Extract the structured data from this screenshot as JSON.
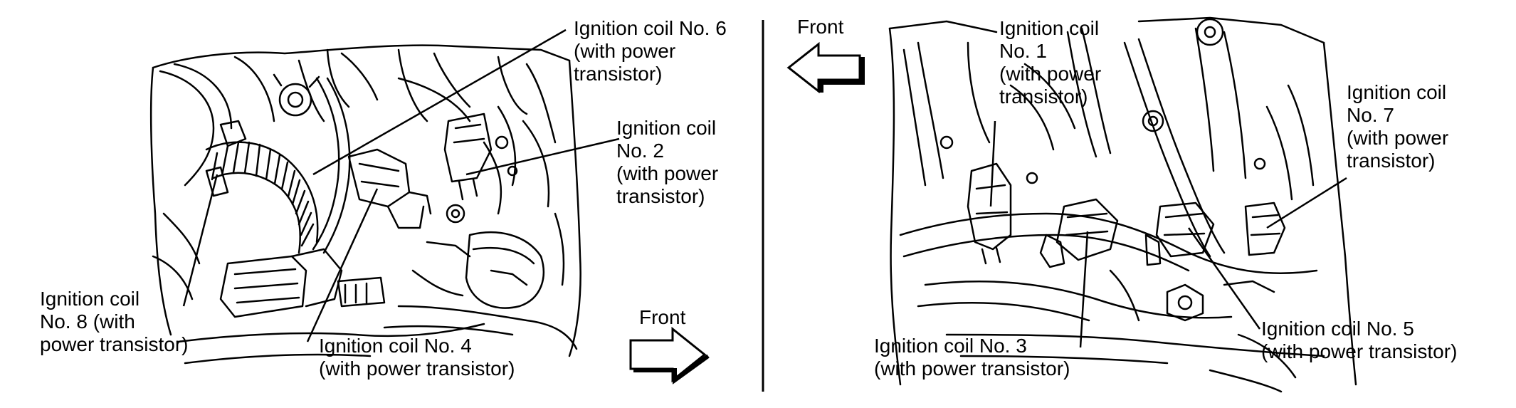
{
  "colors": {
    "ink": "#000000",
    "paper": "#ffffff"
  },
  "left_panel": {
    "front_label": "Front",
    "front_arrow_direction": "right",
    "callouts": {
      "coil_6": "Ignition coil No. 6\n(with power\ntransistor)",
      "coil_2": "Ignition coil\nNo. 2\n(with power\ntransistor)",
      "coil_8": "Ignition coil\nNo. 8 (with\npower transistor)",
      "coil_4": "Ignition coil No. 4\n(with power transistor)"
    }
  },
  "right_panel": {
    "front_label": "Front",
    "front_arrow_direction": "left",
    "callouts": {
      "coil_1": "Ignition coil\nNo. 1\n(with power\ntransistor)",
      "coil_7": "Ignition coil\nNo. 7\n(with power\ntransistor)",
      "coil_3": "Ignition coil No. 3\n(with power transistor)",
      "coil_5": "Ignition coil No. 5\n(with power transistor)"
    }
  }
}
